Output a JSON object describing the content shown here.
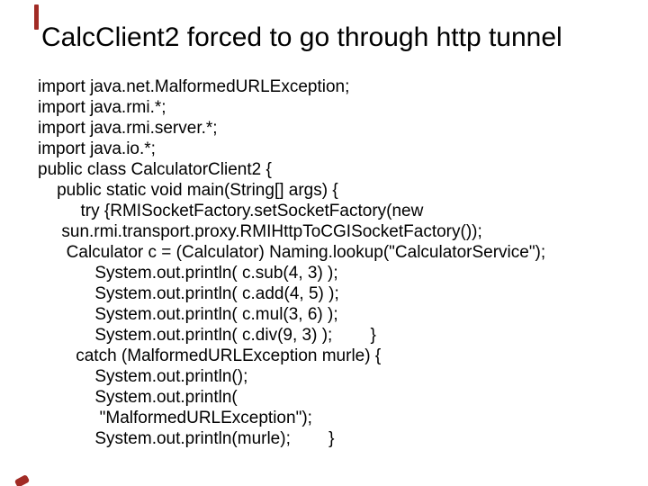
{
  "slide": {
    "title": "CalcClient2 forced to go through http tunnel",
    "code_lines": [
      "import java.net.MalformedURLException;",
      "import java.rmi.*;",
      "import java.rmi.server.*;",
      "import java.io.*;",
      "public class CalculatorClient2 {",
      "    public static void main(String[] args) {",
      "         try {RMISocketFactory.setSocketFactory(new",
      "     sun.rmi.transport.proxy.RMIHttpToCGISocketFactory());",
      "      Calculator c = (Calculator) Naming.lookup(\"CalculatorService\");",
      "            System.out.println( c.sub(4, 3) );",
      "            System.out.println( c.add(4, 5) );",
      "            System.out.println( c.mul(3, 6) );",
      "            System.out.println( c.div(9, 3) );        }",
      "        catch (MalformedURLException murle) {",
      "            System.out.println();",
      "            System.out.println(",
      "             \"MalformedURLException\");",
      "            System.out.println(murle);        }"
    ],
    "colors": {
      "background": "#ffffff",
      "text": "#000000",
      "corner_mark": "#a12b25"
    }
  }
}
